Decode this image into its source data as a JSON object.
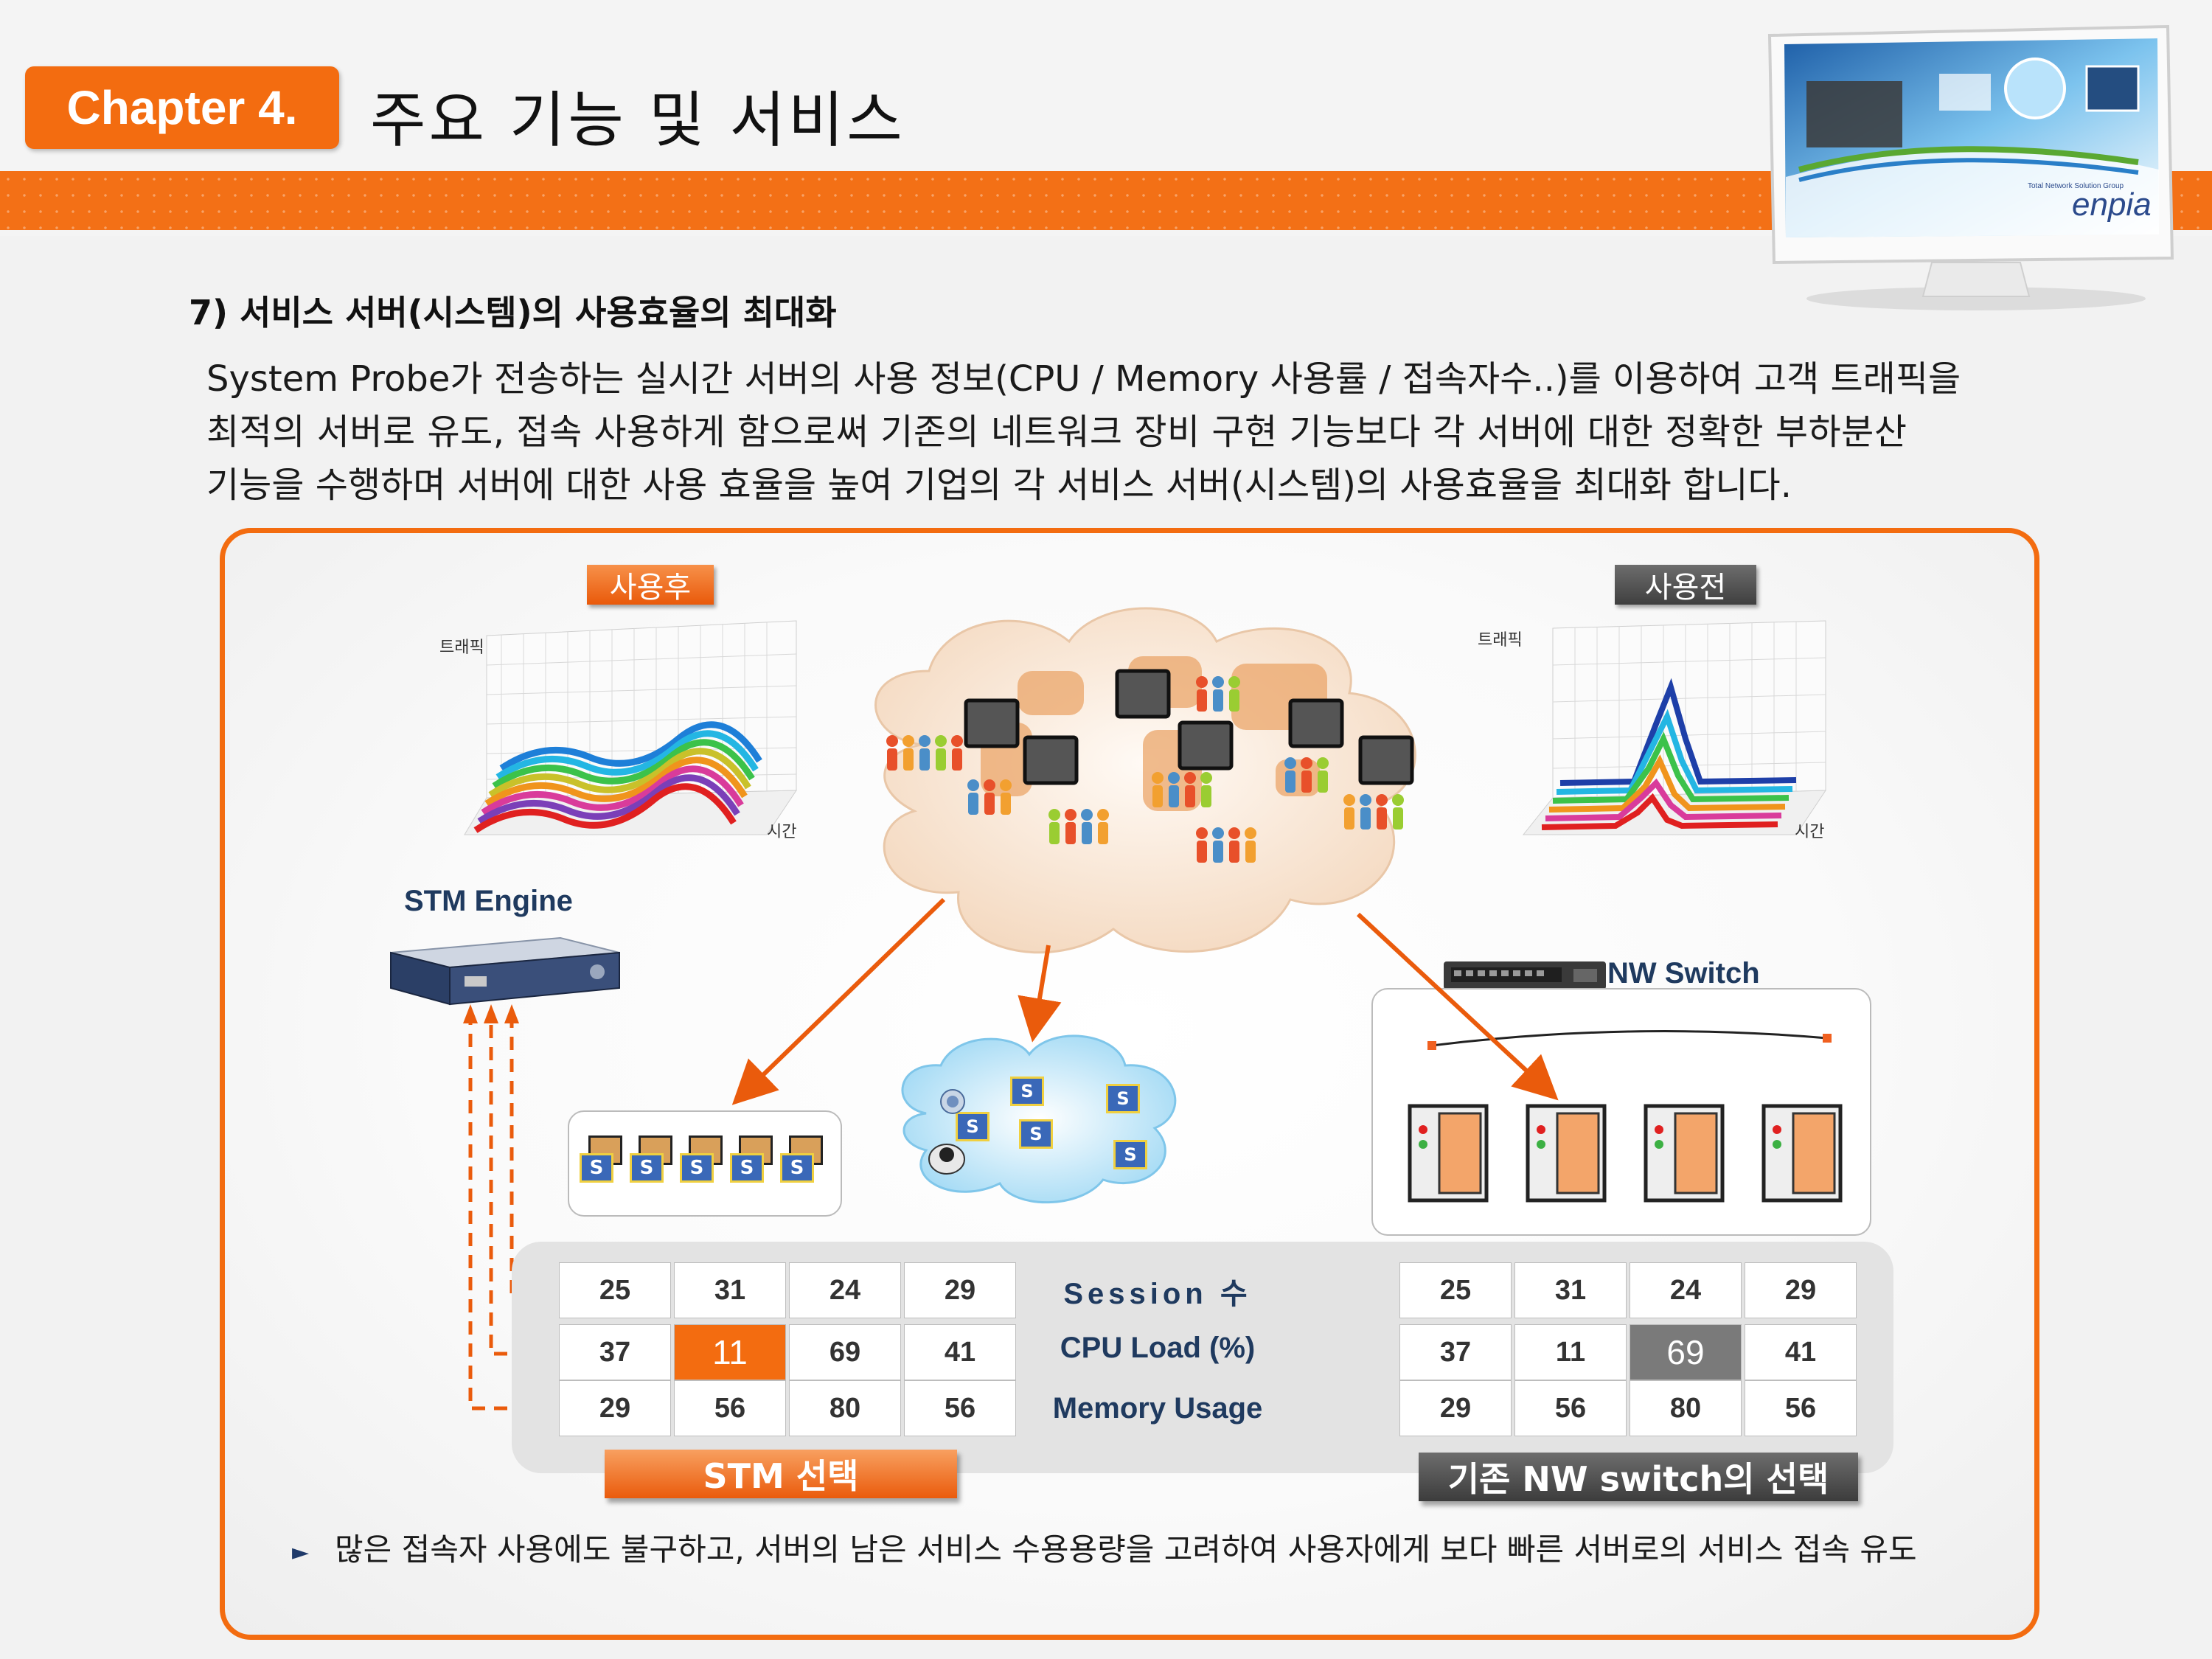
{
  "header": {
    "chapter": "Chapter 4.",
    "title": "주요 기능 및 서비스"
  },
  "monitor": {
    "brand": "enpia",
    "tagline": "Total Network Solution Group"
  },
  "section": {
    "heading": "7) 서비스 서버(시스템)의 사용효율의 최대화",
    "paragraph_lines": [
      "System Probe가 전송하는 실시간 서버의 사용 정보(CPU / Memory 사용률 / 접속자수..)를 이용하여 고객 트래픽을",
      "최적의 서버로 유도, 접속 사용하게 함으로써 기존의 네트워크 장비 구현 기능보다 각 서버에 대한 정확한 부하분산",
      "기능을 수행하며 서버에 대한 사용 효율을 높여 기업의 각 서비스 서버(시스템)의 사용효율을 최대화 합니다."
    ]
  },
  "diagram": {
    "tag_after": "사용후",
    "tag_before": "사용전",
    "graph_y_label": "트래픽",
    "graph_x_label": "시간",
    "stm_engine_label": "STM Engine",
    "nw_switch_label": "NW Switch",
    "server_badge": "S",
    "row_labels": [
      "Session 수",
      "CPU Load (%)",
      "Memory Usage"
    ],
    "stm_table": [
      [
        "25",
        "31",
        "24",
        "29"
      ],
      [
        "37",
        "11",
        "69",
        "41"
      ],
      [
        "29",
        "56",
        "80",
        "56"
      ]
    ],
    "nw_table": [
      [
        "25",
        "31",
        "24",
        "29"
      ],
      [
        "37",
        "11",
        "69",
        "41"
      ],
      [
        "29",
        "56",
        "80",
        "56"
      ]
    ],
    "stm_highlight": "11",
    "nw_highlight": "69",
    "btn_stm": "STM 선택",
    "btn_nw": "기존 NW switch의 선택",
    "note": "많은 접속자 사용에도 불구하고, 서버의 남은 서비스 수용용량을 고려하여 사용자에게 보다 빠른 서버로의 서비스 접속 유도"
  },
  "colors": {
    "accent": "#f36c10",
    "dark_tag": "#4a4a4a",
    "label_navy": "#1f3a5f"
  }
}
